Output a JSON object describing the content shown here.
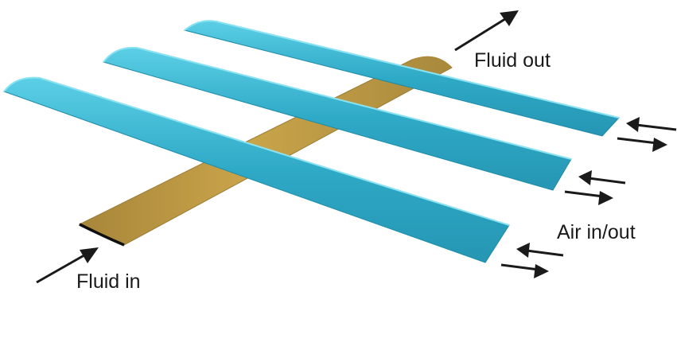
{
  "labels": {
    "fluid_in": "Fluid in",
    "fluid_out": "Fluid out",
    "air_in_out": "Air in/out"
  },
  "colors": {
    "fluid_channel": "#C9A44A",
    "fluid_channel_dark": "#8E7230",
    "air_channel": "#2EA9C6",
    "air_channel_light": "#6FD8EC",
    "air_channel_dark": "#1E8AA6",
    "arrow": "#1a1a1a"
  }
}
